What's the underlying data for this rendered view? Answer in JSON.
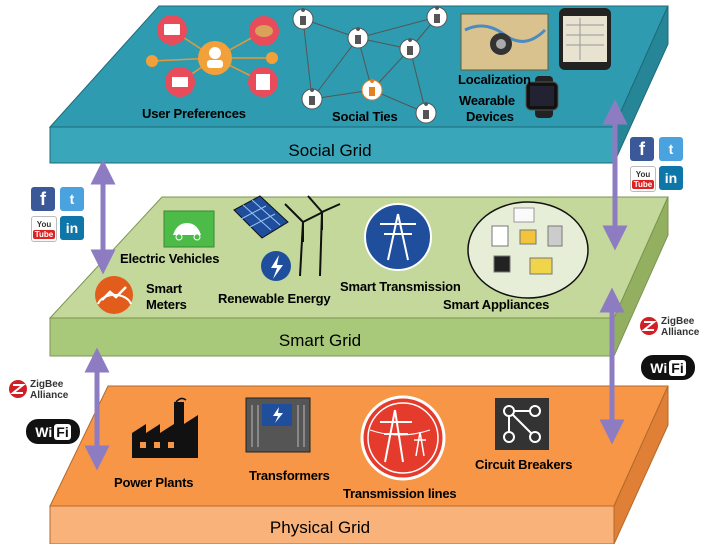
{
  "layers": {
    "social": {
      "title": "Social Grid",
      "top_color": "#2e9bb0",
      "front_color": "#3aa6b9"
    },
    "smart": {
      "title": "Smart Grid",
      "top_color": "#b9d38e",
      "front_color": "#a9c97a"
    },
    "physical": {
      "title": "Physical Grid",
      "top_color": "#f79646",
      "front_color": "#f9b27a"
    }
  },
  "social_items": {
    "user_preferences": "User Preferences",
    "social_ties": "Social Ties",
    "localization": "Localization",
    "wearable": "Wearable",
    "devices": "Devices"
  },
  "smart_items": {
    "electric_vehicles": "Electric Vehicles",
    "smart": "Smart",
    "meters": "Meters",
    "renewable_energy": "Renewable Energy",
    "smart_transmission": "Smart Transmission",
    "smart_appliances": "Smart Appliances"
  },
  "physical_items": {
    "power_plants": "Power Plants",
    "transformers": "Transformers",
    "transmission_lines": "Transmission lines",
    "circuit_breakers": "Circuit Breakers"
  },
  "badges": {
    "facebook": "f",
    "twitter": "t",
    "youtube_you": "You",
    "youtube_tube": "Tube",
    "linkedin": "in",
    "zigbee_1": "ZigBee",
    "zigbee_2": "Alliance",
    "wifi_wi": "Wi",
    "wifi_fi": "Fi"
  },
  "icons": [
    "food-icon",
    "person-icon",
    "shopping-icon",
    "building-icon",
    "map-icon",
    "phone-icon",
    "watch-icon",
    "car-icon",
    "meter-icon",
    "solar-panel-icon",
    "wind-turbine-icon",
    "bolt-icon",
    "transmission-tower-icon",
    "appliance-icon",
    "factory-icon",
    "transformer-icon",
    "power-line-icon",
    "circuit-breaker-icon"
  ]
}
